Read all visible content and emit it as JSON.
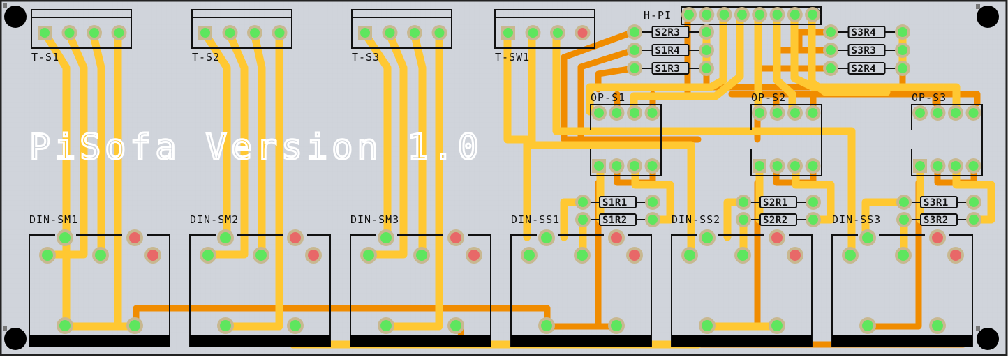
{
  "board": {
    "title": "PiSofa Version 1.0",
    "colors": {
      "board": "#d0d4db",
      "outline": "#222222",
      "trace_top": "#ffc832",
      "trace_bottom": "#f08c00",
      "pad_green": "#5ee65e",
      "pad_red": "#e86868",
      "pad_ring": "#c8b890",
      "silk": "#111111",
      "title": "#ffffff"
    }
  },
  "terminals": [
    {
      "label": "T-S1",
      "pins": [
        "green",
        "green",
        "green",
        "green"
      ]
    },
    {
      "label": "T-S2",
      "pins": [
        "green",
        "green",
        "green",
        "green"
      ]
    },
    {
      "label": "T-S3",
      "pins": [
        "green",
        "green",
        "green",
        "green"
      ]
    },
    {
      "label": "T-SW1",
      "pins": [
        "green",
        "green",
        "green",
        "red"
      ]
    }
  ],
  "header": {
    "label": "H-PI",
    "pin_count": 8
  },
  "resistors_left": [
    {
      "label": "S2R3"
    },
    {
      "label": "S1R4"
    },
    {
      "label": "S1R3"
    }
  ],
  "resistors_right": [
    {
      "label": "S3R4"
    },
    {
      "label": "S3R3"
    },
    {
      "label": "S2R4"
    }
  ],
  "opamps": [
    {
      "label": "OP-S1"
    },
    {
      "label": "OP-S2"
    },
    {
      "label": "OP-S3"
    }
  ],
  "stage_resistors": [
    {
      "top": "S1R1",
      "bottom": "S1R2"
    },
    {
      "top": "S2R1",
      "bottom": "S2R2"
    },
    {
      "top": "S3R1",
      "bottom": "S3R2"
    }
  ],
  "din_connectors": [
    {
      "label": "DIN-SM1"
    },
    {
      "label": "DIN-SM2"
    },
    {
      "label": "DIN-SM3"
    },
    {
      "label": "DIN-SS1"
    },
    {
      "label": "DIN-SS2"
    },
    {
      "label": "DIN-SS3"
    }
  ],
  "mounting_holes": [
    "top-left",
    "top-right",
    "bottom-left",
    "bottom-right"
  ]
}
